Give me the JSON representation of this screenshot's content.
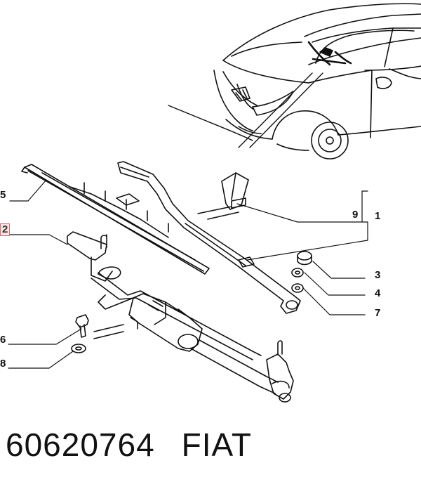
{
  "diagram": {
    "callouts": [
      {
        "id": "5",
        "label": "5",
        "selected": false
      },
      {
        "id": "2",
        "label": "2",
        "selected": true
      },
      {
        "id": "6",
        "label": "6",
        "selected": false
      },
      {
        "id": "8",
        "label": "8",
        "selected": false
      },
      {
        "id": "9",
        "label": "9",
        "selected": false
      },
      {
        "id": "1",
        "label": "1",
        "selected": false
      },
      {
        "id": "3",
        "label": "3",
        "selected": false
      },
      {
        "id": "4",
        "label": "4",
        "selected": false
      },
      {
        "id": "7",
        "label": "7",
        "selected": false
      }
    ],
    "highlight_color": "#d07070"
  },
  "footer": {
    "part_number": "60620764",
    "brand": "FIAT"
  }
}
